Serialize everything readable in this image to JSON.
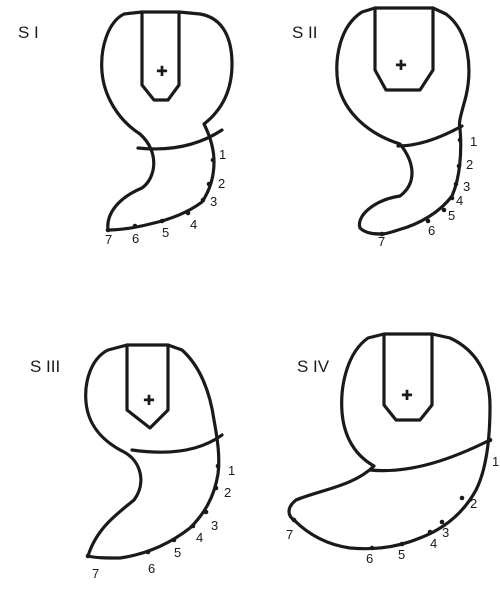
{
  "panels": [
    {
      "label": "S I",
      "numbers": [
        "1",
        "2",
        "3",
        "4",
        "5",
        "6",
        "7"
      ]
    },
    {
      "label": "S II",
      "numbers": [
        "1",
        "2",
        "3",
        "4",
        "5",
        "6",
        "7"
      ]
    },
    {
      "label": "S III",
      "numbers": [
        "1",
        "2",
        "3",
        "4",
        "5",
        "6",
        "7"
      ]
    },
    {
      "label": "S IV",
      "numbers": [
        "1",
        "2",
        "3",
        "4",
        "5",
        "6",
        "7"
      ]
    }
  ]
}
